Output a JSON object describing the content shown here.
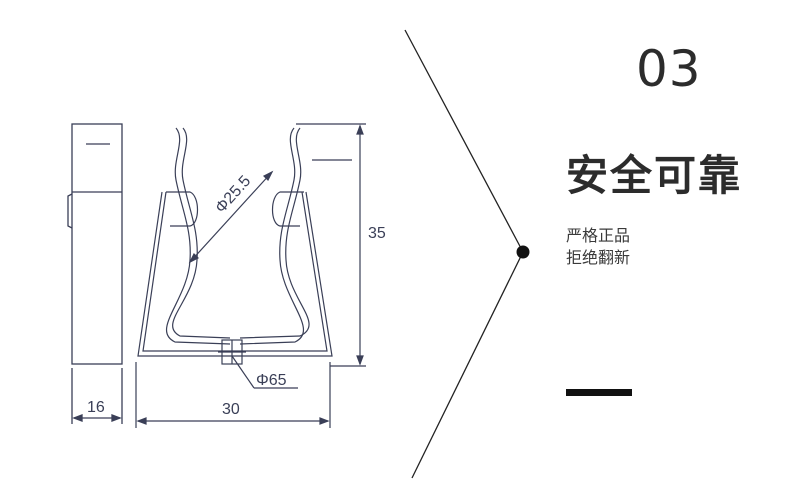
{
  "section_number": "03",
  "title": "安全可靠",
  "subtitle_lines": [
    "严格正品",
    "拒绝翻新"
  ],
  "dimensions": {
    "diameter_inner": "Φ25.5",
    "height": "35",
    "diameter_hole": "Φ65",
    "width": "30",
    "depth": "16"
  },
  "colors": {
    "line": "#3a3f57",
    "divider": "#222222",
    "accent": "#111111"
  }
}
